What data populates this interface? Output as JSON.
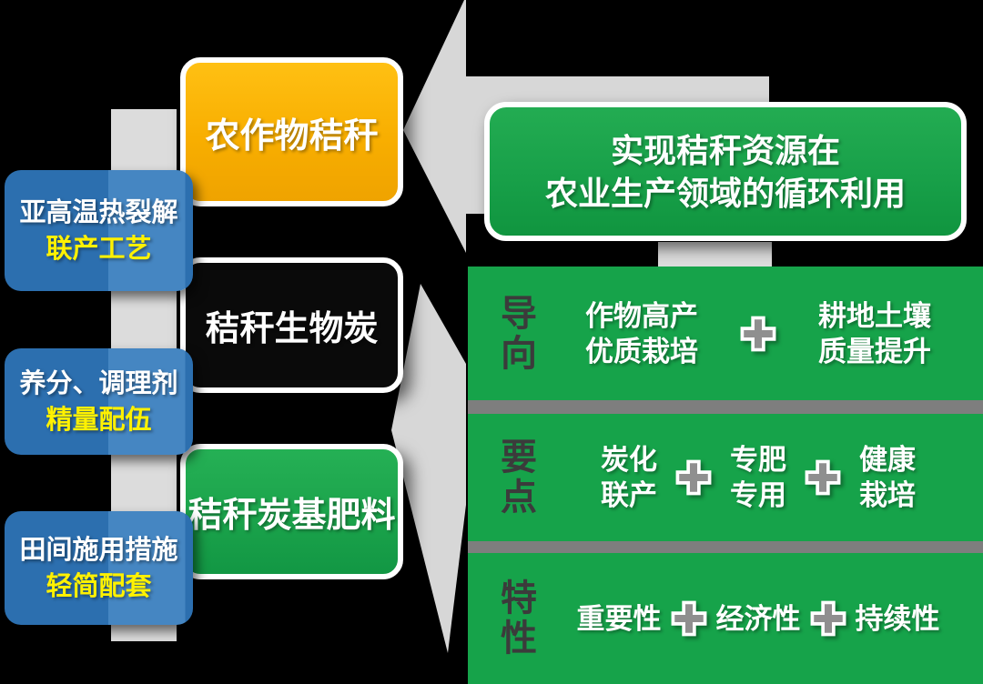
{
  "colors": {
    "background": "#000000",
    "panel_green": "#16A34A",
    "goal_green": "#18A049",
    "step_orange": "#F8AE00",
    "step_black": "#0A0A0A",
    "step_green": "#1BA34B",
    "note_blue": "#2C6FAF",
    "note_yellow_text": "#FFF100",
    "arrow_gray": "#D7D7D7",
    "plus_gray": "#8F8F8F",
    "separator_gray": "#7E7E7E",
    "row_label_gray": "#3B3B3B"
  },
  "left_column": {
    "notes": [
      {
        "line1": "亚高温热裂解",
        "line2": "联产工艺"
      },
      {
        "line1": "养分、调理剂",
        "line2": "精量配伍"
      },
      {
        "line1": "田间施用措施",
        "line2": "轻简配套"
      }
    ]
  },
  "process_column": {
    "steps": [
      {
        "label": "农作物秸秆"
      },
      {
        "label": "秸秆生物炭"
      },
      {
        "label": "秸秆炭基肥料"
      }
    ]
  },
  "goal_banner": {
    "line1": "实现秸秆资源在",
    "line2": "农业生产领域的循环利用"
  },
  "detail_rows": [
    {
      "label": "导向",
      "items": [
        {
          "line1": "作物高产",
          "line2": "优质栽培"
        },
        {
          "line1": "耕地土壤",
          "line2": "质量提升"
        }
      ]
    },
    {
      "label": "要点",
      "items": [
        {
          "line1": "炭化",
          "line2": "联产"
        },
        {
          "line1": "专肥",
          "line2": "专用"
        },
        {
          "line1": "健康",
          "line2": "栽培"
        }
      ]
    },
    {
      "label": "特性",
      "items": [
        {
          "text": "重要性"
        },
        {
          "text": "经济性"
        },
        {
          "text": "持续性"
        }
      ]
    }
  ]
}
